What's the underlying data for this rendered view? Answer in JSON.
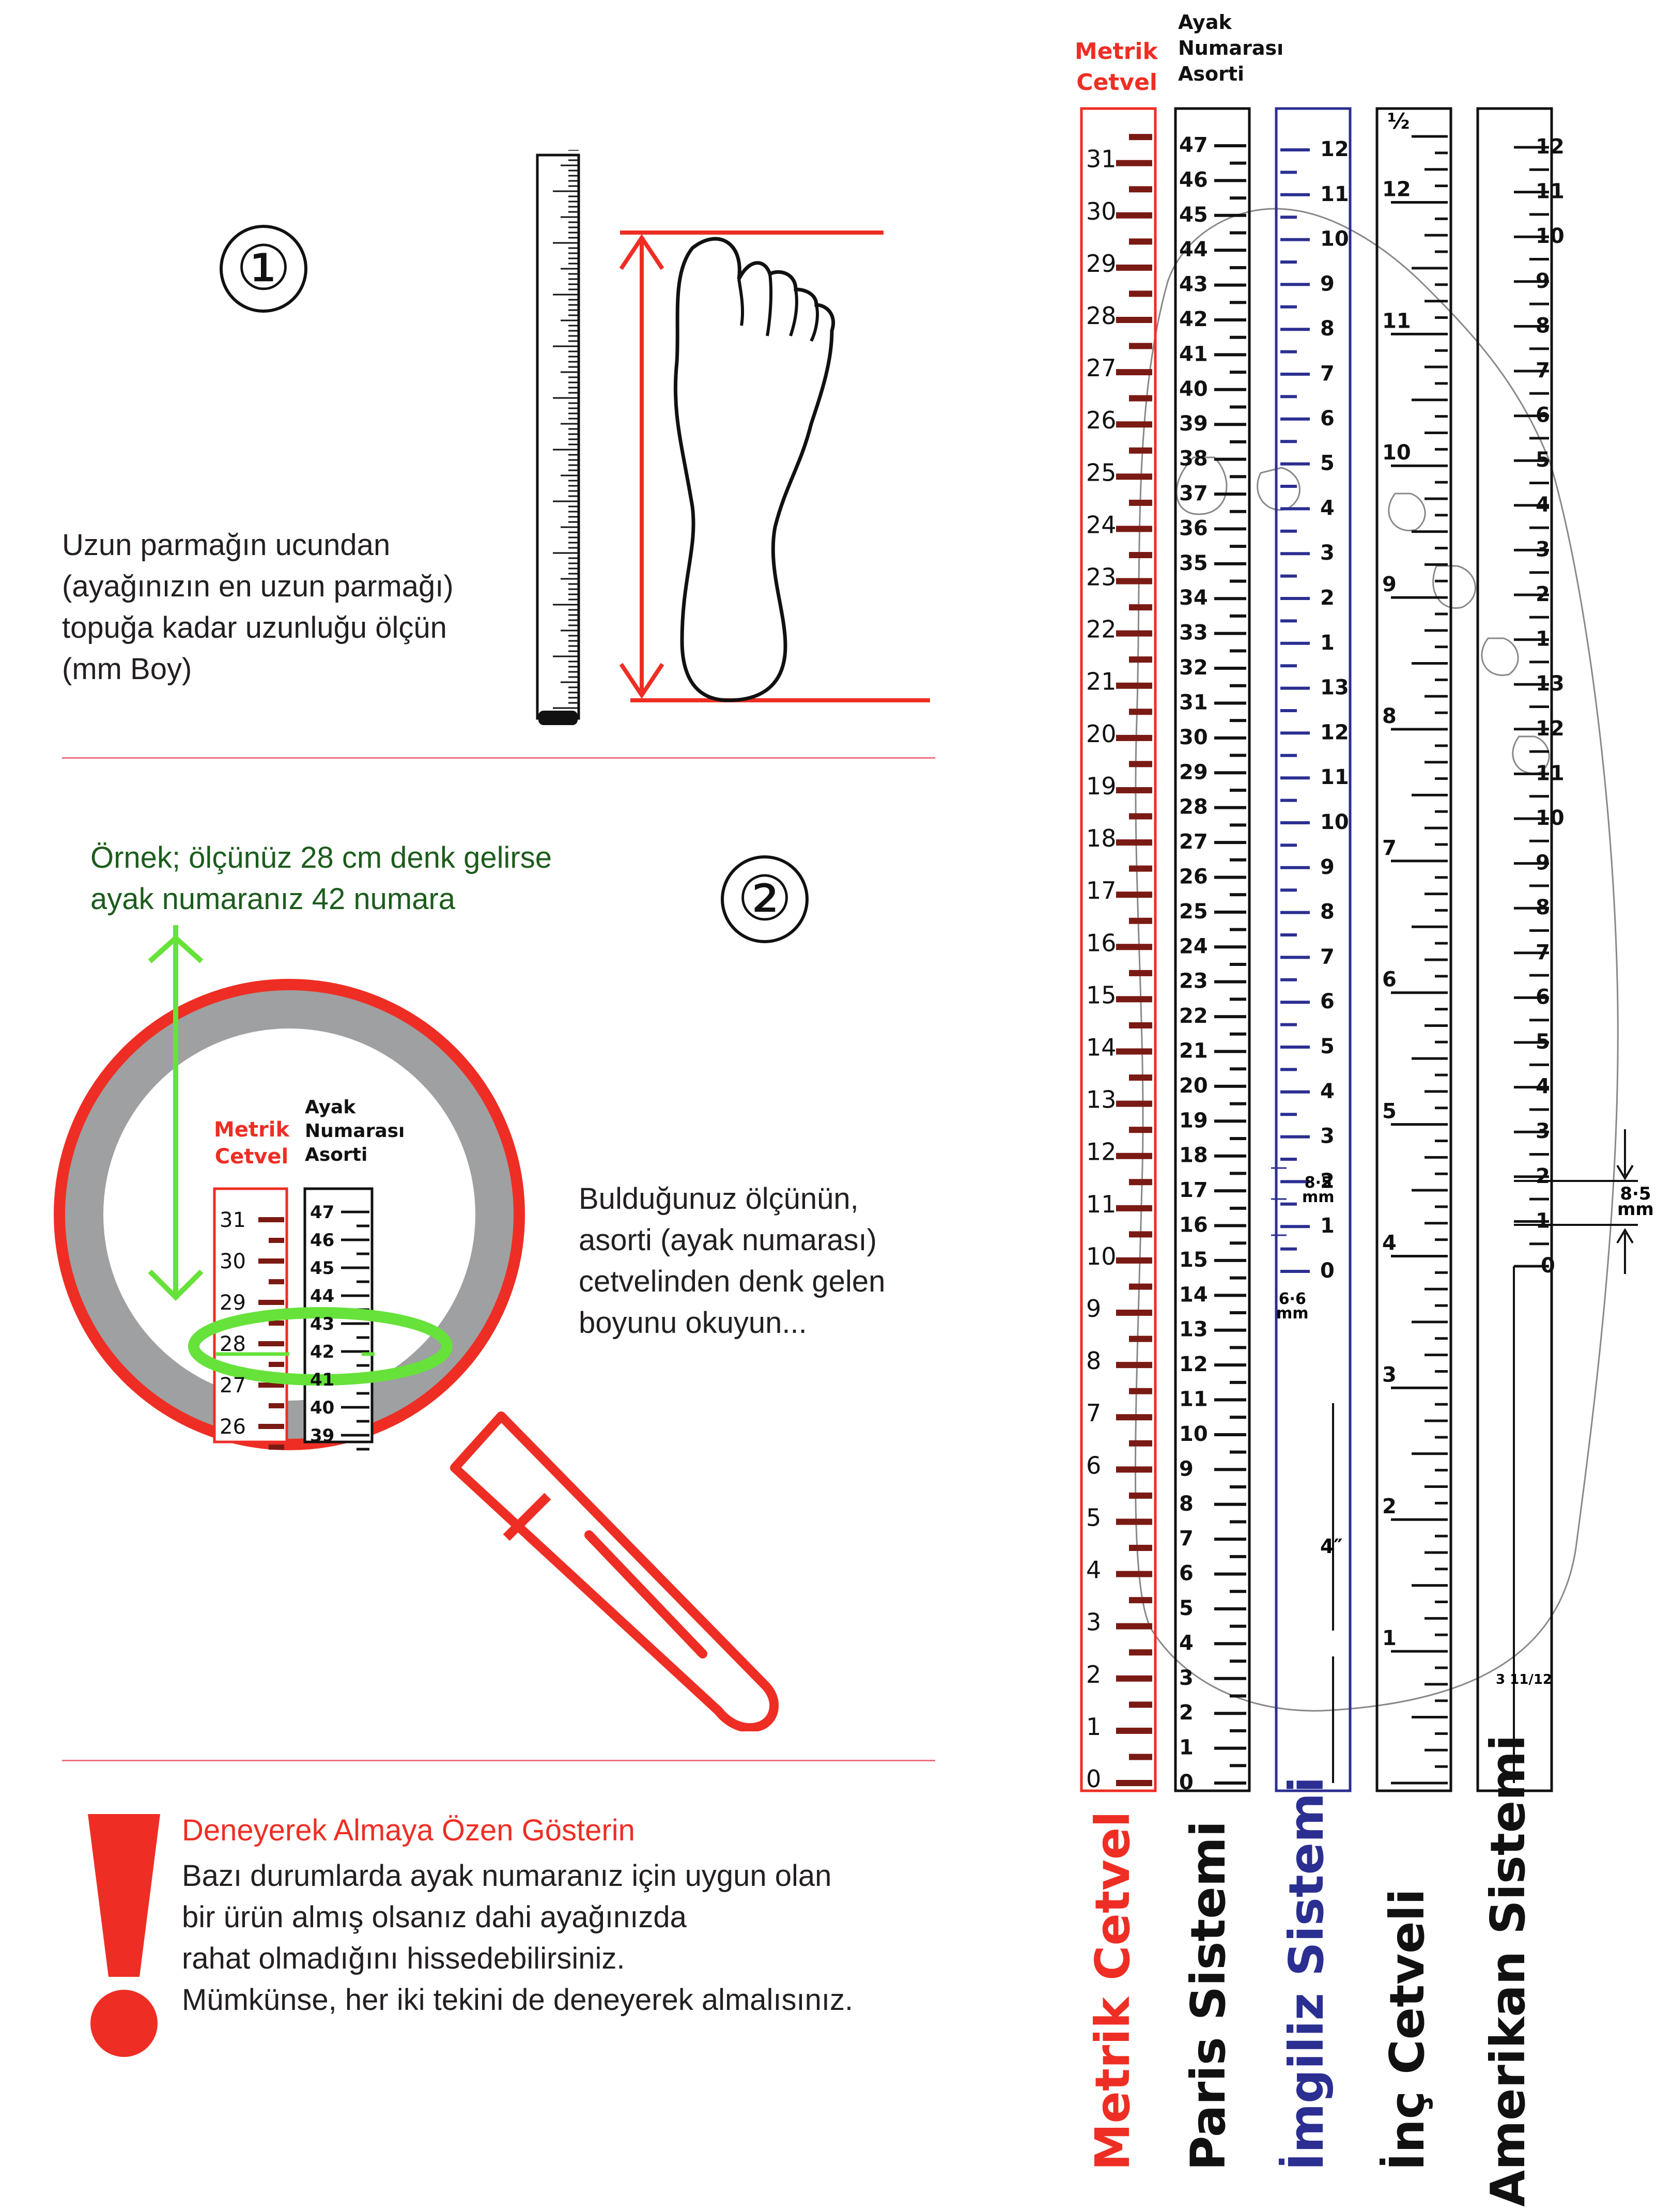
{
  "colors": {
    "red": "#ee2e24",
    "dark_red": "#7a1a14",
    "black": "#111111",
    "blue": "#2b2f91",
    "green": "#66e23a",
    "olive_green": "#1d5c1d",
    "gray": "#9ea0a2",
    "pink_line": "#ee6f82"
  },
  "step1": {
    "number": "①",
    "instruction": "Uzun parmağın ucundan\n(ayağınızın en uzun parmağı)\ntopuğa kadar uzunluğu ölçün\n(mm Boy)"
  },
  "step2": {
    "number": "②",
    "example": "Örnek; ölçünüz 28 cm denk gelirse\nayak numaranız 42 numara",
    "instruction": "Bulduğunuz ölçünün,\nasorti (ayak numarası)\ncetvelinden denk gelen\nboyunu okuyun...",
    "magnifier": {
      "metric_header": "Metrik\nCetvel",
      "size_header": "Ayak\nNumarası\nAsorti",
      "metric_values": [
        "31",
        "30",
        "29",
        "28",
        "27",
        "26"
      ],
      "size_values": [
        "47",
        "46",
        "45",
        "44",
        "43",
        "42",
        "41",
        "40",
        "39"
      ],
      "highlight_cm": "28",
      "highlight_size": "42"
    }
  },
  "warning": {
    "title": "Deneyerek Almaya Özen Gösterin",
    "body": "Bazı durumlarda ayak numaranız için uygun olan\nbir ürün almış olsanız dahi ayağınızda\nrahat olmadığını hissedebilirsiniz.\nMümkünse,  her iki tekini de deneyerek almalısınız."
  },
  "rulers": {
    "metric_header": "Metrik\nCetvel",
    "size_header": "Ayak\nNumarası\nAsorti",
    "metric_labels": [
      "0",
      "1",
      "2",
      "3",
      "4",
      "5",
      "6",
      "7",
      "8",
      "9",
      "10",
      "11",
      "12",
      "13",
      "14",
      "15",
      "16",
      "17",
      "18",
      "19",
      "20",
      "21",
      "22",
      "23",
      "24",
      "25",
      "26",
      "27",
      "28",
      "29",
      "30",
      "31"
    ],
    "paris_labels": [
      "0",
      "1",
      "2",
      "3",
      "4",
      "5",
      "6",
      "7",
      "8",
      "9",
      "10",
      "11",
      "12",
      "13",
      "14",
      "15",
      "16",
      "17",
      "18",
      "19",
      "20",
      "21",
      "22",
      "23",
      "24",
      "25",
      "26",
      "27",
      "28",
      "29",
      "30",
      "31",
      "32",
      "33",
      "34",
      "35",
      "36",
      "37",
      "38",
      "39",
      "40",
      "41",
      "42",
      "43",
      "44",
      "45",
      "46",
      "47"
    ],
    "english_labels_lower": [
      "1",
      "2",
      "3",
      "4",
      "5",
      "6",
      "7",
      "8",
      "9",
      "10",
      "11",
      "12",
      "13"
    ],
    "english_labels_upper": [
      "1",
      "2",
      "3",
      "4",
      "5",
      "6",
      "7",
      "8",
      "9",
      "10",
      "11",
      "12"
    ],
    "english_zero": "0",
    "english_bottom_note": "4″",
    "english_gap_1": "8·5\nmm",
    "english_gap_2": "6·6\nmm",
    "inch_labels": [
      "1",
      "2",
      "3",
      "4",
      "5",
      "6",
      "7",
      "8",
      "9",
      "10",
      "11",
      "12"
    ],
    "inch_half": "½",
    "american_labels_lower": [
      "1",
      "2",
      "3",
      "4",
      "5",
      "6",
      "7",
      "8",
      "9",
      "10",
      "11",
      "12",
      "13"
    ],
    "american_labels_upper": [
      "1",
      "2",
      "3",
      "4",
      "5",
      "6",
      "7",
      "8",
      "9",
      "10",
      "11",
      "12"
    ],
    "american_zero": "0",
    "american_gap": "8·5\nmm",
    "american_start": "3 11/12",
    "vertical_labels": {
      "metric": "Metrik Cetvel",
      "paris": "Paris Sistemi",
      "english": "İmgiliz Sistemi",
      "inch": "İnç Cetveli",
      "american": "Amerikan Sistemi"
    }
  }
}
